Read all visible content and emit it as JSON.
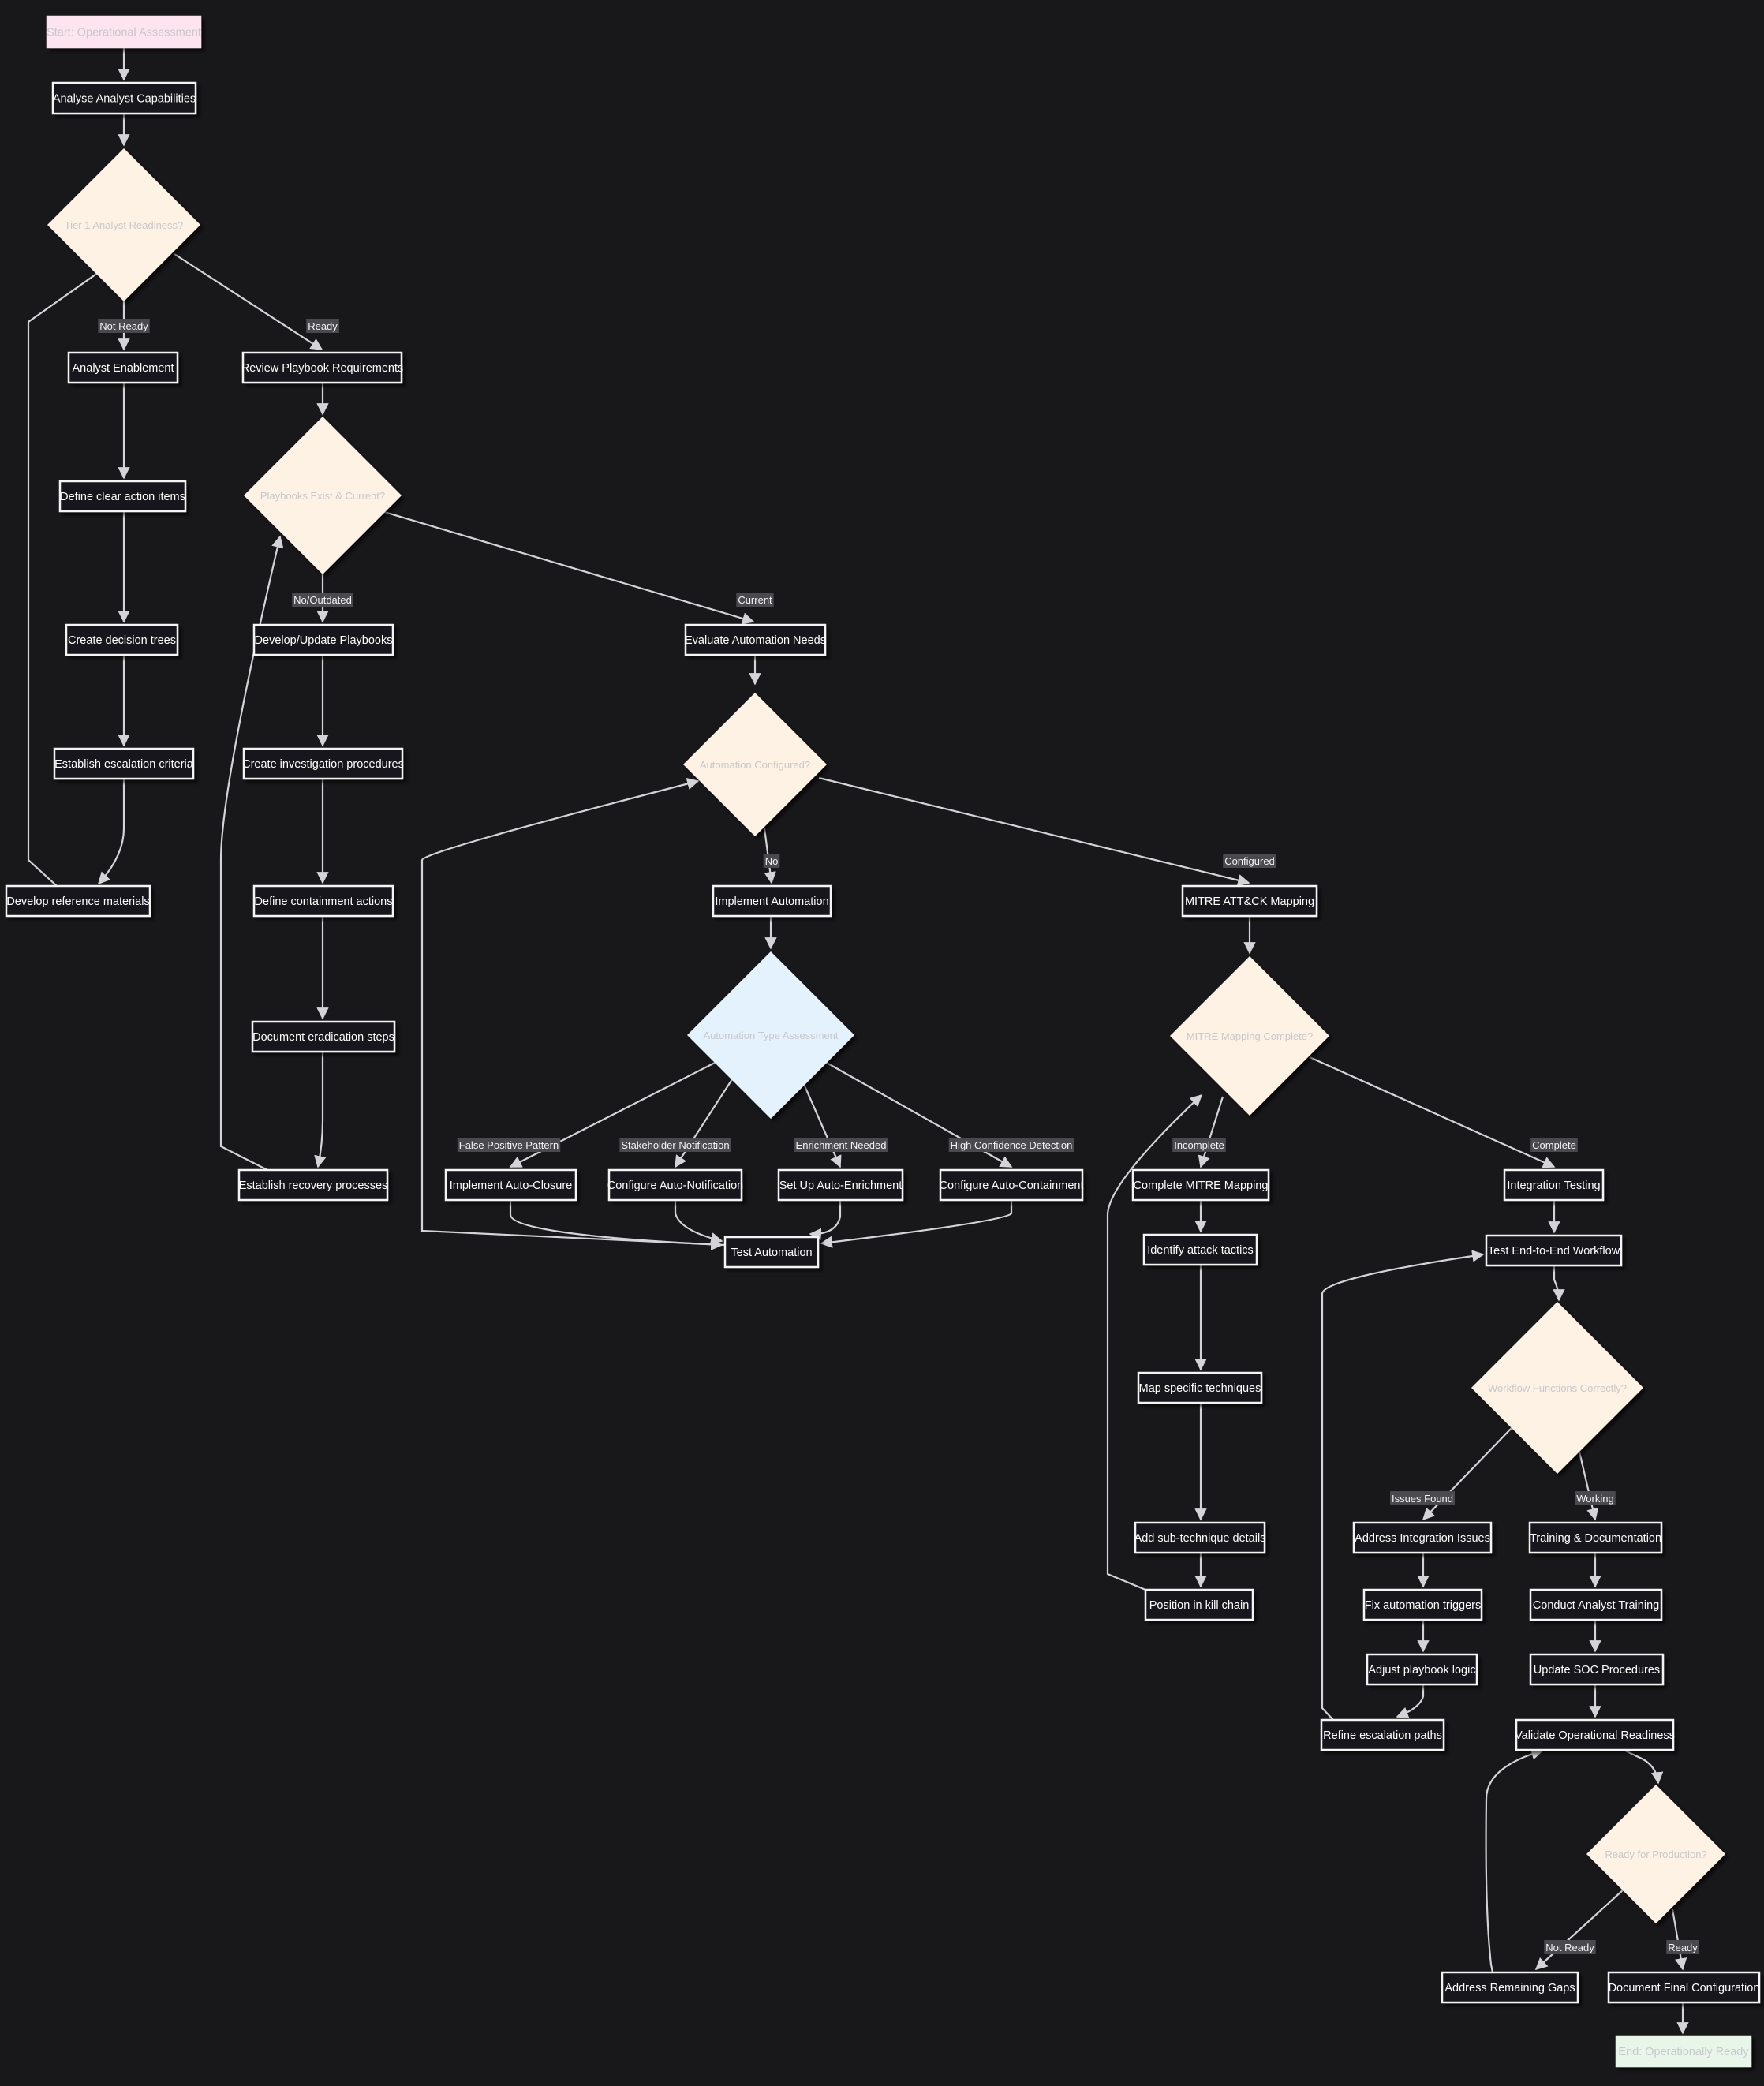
{
  "colors": {
    "background": "#18181b",
    "decision_fill": "#fdf2e3",
    "automation_decision_fill": "#e3f2fd",
    "start_fill": "#fde4ef",
    "end_fill": "#e8f5e9",
    "edge": "#d4d4d8",
    "label_bg": "#4a4a4e"
  },
  "nodes": {
    "start": "Start: Operational Assessment",
    "analyse": "Analyse Analyst Capabilities",
    "tier1": "Tier 1 Analyst Readiness?",
    "enable": "Analyst Enablement",
    "action_items": "Define clear action items",
    "decision_trees": "Create decision trees",
    "escalation": "Establish escalation criteria",
    "reference": "Develop reference materials",
    "review_pb": "Review Playbook Requirements",
    "pb_exist": "Playbooks Exist & Current?",
    "develop_pb": "Develop/Update Playbooks",
    "investigation": "Create investigation procedures",
    "containment": "Define containment actions",
    "eradication": "Document eradication steps",
    "recovery": "Establish recovery processes",
    "eval_auto": "Evaluate Automation Needs",
    "auto_conf": "Automation Configured?",
    "impl_auto": "Implement Automation",
    "auto_type": "Automation Type Assessment",
    "auto_closure": "Implement Auto-Closure",
    "auto_notif": "Configure Auto-Notification",
    "auto_enrich": "Set Up Auto-Enrichment",
    "auto_contain": "Configure Auto-Containment",
    "test_auto": "Test Automation",
    "mitre_map": "MITRE ATT&CK Mapping",
    "mitre_complete": "MITRE Mapping Complete?",
    "complete_mitre": "Complete MITRE Mapping",
    "tactics": "Identify attack tactics",
    "techniques": "Map specific techniques",
    "subtech": "Add sub-technique details",
    "killchain": "Position in kill chain",
    "integ_test": "Integration Testing",
    "e2e": "Test End-to-End Workflow",
    "wf_ok": "Workflow Functions Correctly?",
    "integ_issues": "Address Integration Issues",
    "fix_triggers": "Fix automation triggers",
    "adjust_logic": "Adjust playbook logic",
    "refine_esc": "Refine escalation paths",
    "training_doc": "Training & Documentation",
    "conduct_training": "Conduct Analyst Training",
    "update_soc": "Update SOC Procedures",
    "validate": "Validate Operational Readiness",
    "ready_prod": "Ready for Production?",
    "gaps": "Address Remaining Gaps",
    "doc_final": "Document Final Configuration",
    "end": "End: Operationally Ready"
  },
  "edge_labels": {
    "not_ready_1": "Not Ready",
    "ready_1": "Ready",
    "no_outdated": "No/Outdated",
    "current": "Current",
    "no": "No",
    "configured": "Configured",
    "false_positive": "False Positive Pattern",
    "stakeholder": "Stakeholder Notification",
    "enrichment": "Enrichment Needed",
    "high_confidence": "High Confidence Detection",
    "incomplete": "Incomplete",
    "complete": "Complete",
    "issues_found": "Issues Found",
    "working": "Working",
    "not_ready_2": "Not Ready",
    "ready_2": "Ready"
  }
}
